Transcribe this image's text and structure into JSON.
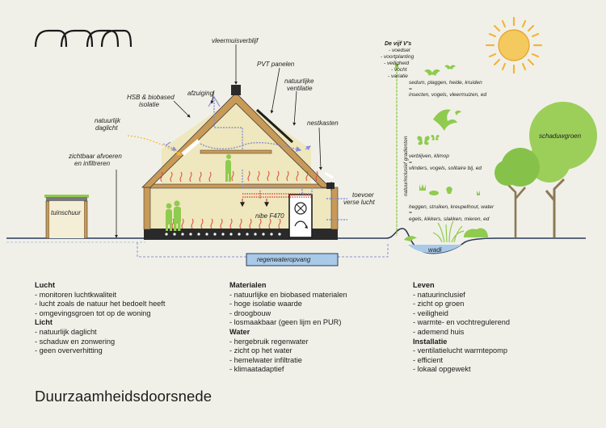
{
  "title": "Duurzaamheidsdoorsnede",
  "labels": {
    "vleermuis": "vleermuisverblijf",
    "pvt": "PVT panelen",
    "natuurlijke_ventilatie": [
      "natuurlijke",
      "ventilatie"
    ],
    "afzuiging": "afzuiging",
    "hsb": [
      "HSB & biobased",
      "isolatie"
    ],
    "daglicht": [
      "natuurlijk",
      "daglicht"
    ],
    "nestkasten": "nestkasten",
    "zichtbaar": [
      "zichtbaar afvoeren",
      "en infiltreren"
    ],
    "tuinschuur": "tuinschuur",
    "nibe": "nibe F470",
    "toevoer": [
      "toevoer",
      "verse lucht"
    ],
    "regenwater": "regenwateropvang",
    "wadi": "wadi",
    "gradient": "natuurinclusief gradienten",
    "schaduwgroen": "schaduwgroen"
  },
  "vijf_vs": {
    "title": "De vijf V's",
    "items": [
      "- voedsel",
      "- voortplanting",
      "- veiligheid",
      "- vocht",
      "- variatie"
    ]
  },
  "zones": [
    {
      "lines": [
        "sedum, plaggen, heide, kruiden",
        "=",
        "insecten, vogels, vleermuizen, ed"
      ]
    },
    {
      "lines": [
        "verblijven, klimop",
        "=",
        "vlinders, vogels, solitaire bij, ed"
      ]
    },
    {
      "lines": [
        "heggen, struiken, kreupelhout, water",
        "=",
        "egels, kikkers, slakken, mieren, ed"
      ]
    }
  ],
  "columns": [
    {
      "sections": [
        {
          "heading": "Lucht",
          "items": [
            "- monitoren luchtkwaliteit",
            "- lucht zoals de natuur het bedoelt heeft",
            "- omgevingsgroen tot op de woning"
          ]
        },
        {
          "heading": "Licht",
          "items": [
            "- natuurlijk daglicht",
            "- schaduw en zonwering",
            "- geen oververhitting"
          ]
        }
      ]
    },
    {
      "sections": [
        {
          "heading": "Materialen",
          "items": [
            "- natuurlijke en biobased materialen",
            "- hoge isolatie waarde",
            "- droogbouw",
            "- losmaakbaar (geen lijm en PUR)"
          ]
        },
        {
          "heading": "Water",
          "items": [
            "- hergebruik regenwater",
            "- zicht op het water",
            "- hemelwater infiltratie",
            "- klimaatadaptief"
          ]
        }
      ]
    },
    {
      "sections": [
        {
          "heading": "Leven",
          "items": [
            "- natuurinclusief",
            "- zicht op groen",
            "- veiligheid",
            "- warmte- en vochtregulerend",
            "- ademend huis"
          ]
        },
        {
          "heading": "Installatie",
          "items": [
            "- ventilatielucht warmtepomp",
            "- efficient",
            "- lokaal opgewekt"
          ]
        }
      ]
    }
  ],
  "colors": {
    "background": "#f1f0e8",
    "timber": "#c99a57",
    "insulation": "#efe7bd",
    "green": "#8fcb4f",
    "dark_green": "#5a9a3e",
    "heat": "#d9473a",
    "air": "#8a8fd1",
    "water": "#a9c9e8",
    "sun": "#f2b53a"
  }
}
